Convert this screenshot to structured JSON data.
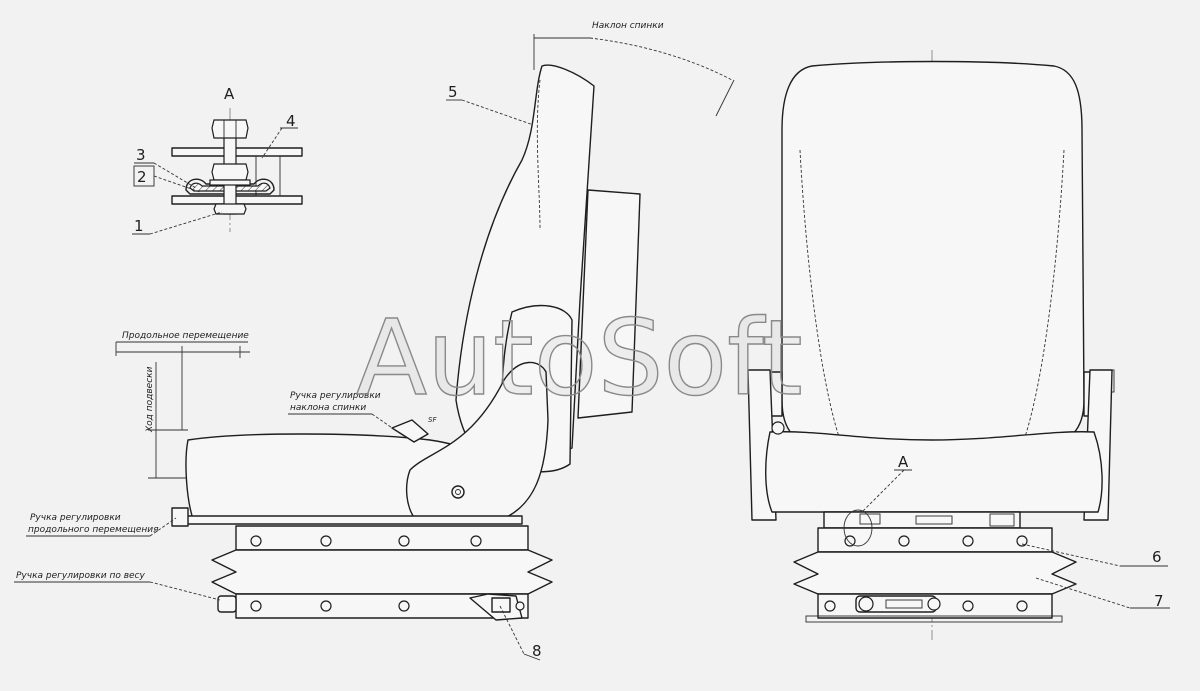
{
  "watermark": "AutoSoft",
  "view_label": "A",
  "callouts": {
    "c1": "1",
    "c2": "2",
    "c3": "3",
    "c4": "4",
    "c5": "5",
    "c6": "6",
    "c7": "7",
    "c8": "8",
    "front_a": "A"
  },
  "labels": {
    "backrest_tilt": "Наклон спинки",
    "longitudinal_travel": "Продольное перемещение",
    "suspension_stroke": "Ход подвески",
    "tilt_handle_line1": "Ручка регулировки",
    "tilt_handle_line2": "наклона спинки",
    "long_handle_line1": "Ручка регулировки",
    "long_handle_line2": "продольного перемещения",
    "weight_handle": "Ручка регулировки по весу"
  }
}
